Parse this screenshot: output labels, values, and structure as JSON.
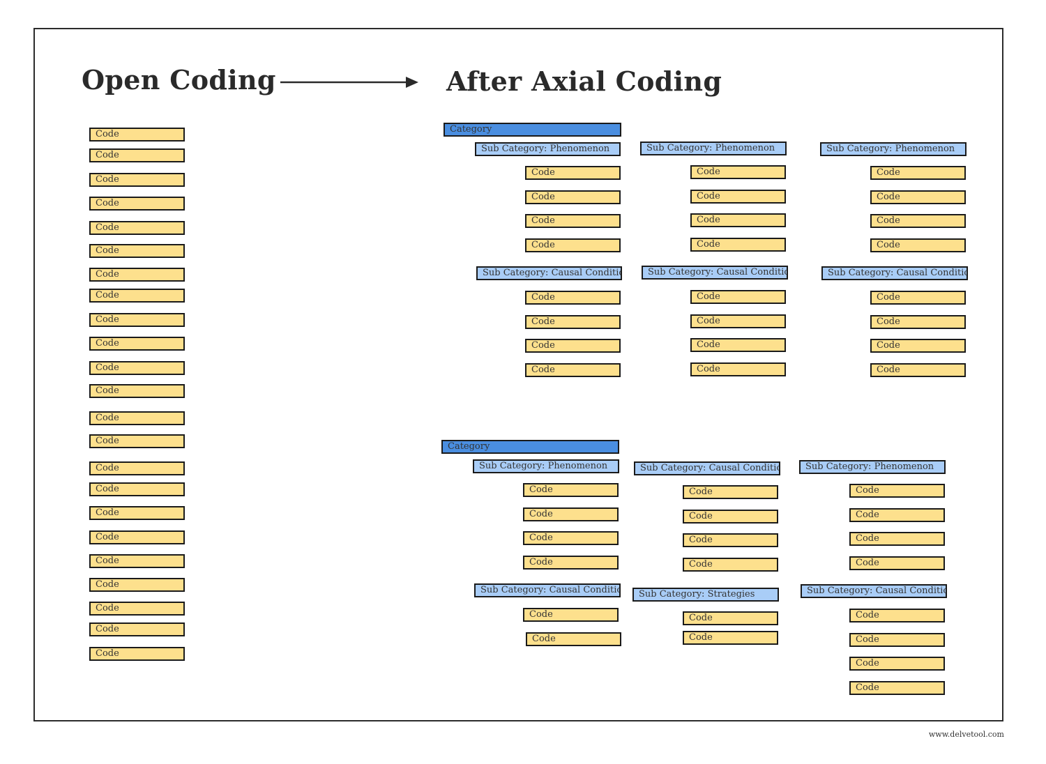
{
  "titles": {
    "left": "Open Coding",
    "right": "After Axial Coding"
  },
  "labels": {
    "code": "Code",
    "category": "Category",
    "phenomenon": "Sub Category: Phenomenon",
    "causal": "Sub Category: Causal Condition",
    "strategies": "Sub Category: Strategies"
  },
  "footer": "www.delvetool.com",
  "colors": {
    "code_fill": "#fde08d",
    "subcategory_fill": "#a9cdf7",
    "category_fill": "#4a8ee0",
    "border": "#1a1a1a"
  },
  "open_coding": {
    "code_count": 23
  },
  "axial_coding": [
    {
      "category": "Category",
      "columns": [
        [
          {
            "sub": "Sub Category: Phenomenon",
            "codes": 4
          },
          {
            "sub": "Sub Category: Causal Condition",
            "codes": 4
          }
        ],
        [
          {
            "sub": "Sub Category: Phenomenon",
            "codes": 4
          },
          {
            "sub": "Sub Category: Causal Condition",
            "codes": 4
          }
        ],
        [
          {
            "sub": "Sub Category: Phenomenon",
            "codes": 4
          },
          {
            "sub": "Sub Category: Causal Condition",
            "codes": 4
          }
        ]
      ]
    },
    {
      "category": "Category",
      "columns": [
        [
          {
            "sub": "Sub Category: Phenomenon",
            "codes": 4
          },
          {
            "sub": "Sub Category: Causal Condition",
            "codes": 2
          }
        ],
        [
          {
            "sub": "Sub Category: Causal Condition",
            "codes": 4
          },
          {
            "sub": "Sub Category: Strategies",
            "codes": 2
          }
        ],
        [
          {
            "sub": "Sub Category: Phenomenon",
            "codes": 4
          },
          {
            "sub": "Sub Category: Causal Condition",
            "codes": 4
          }
        ]
      ]
    }
  ]
}
